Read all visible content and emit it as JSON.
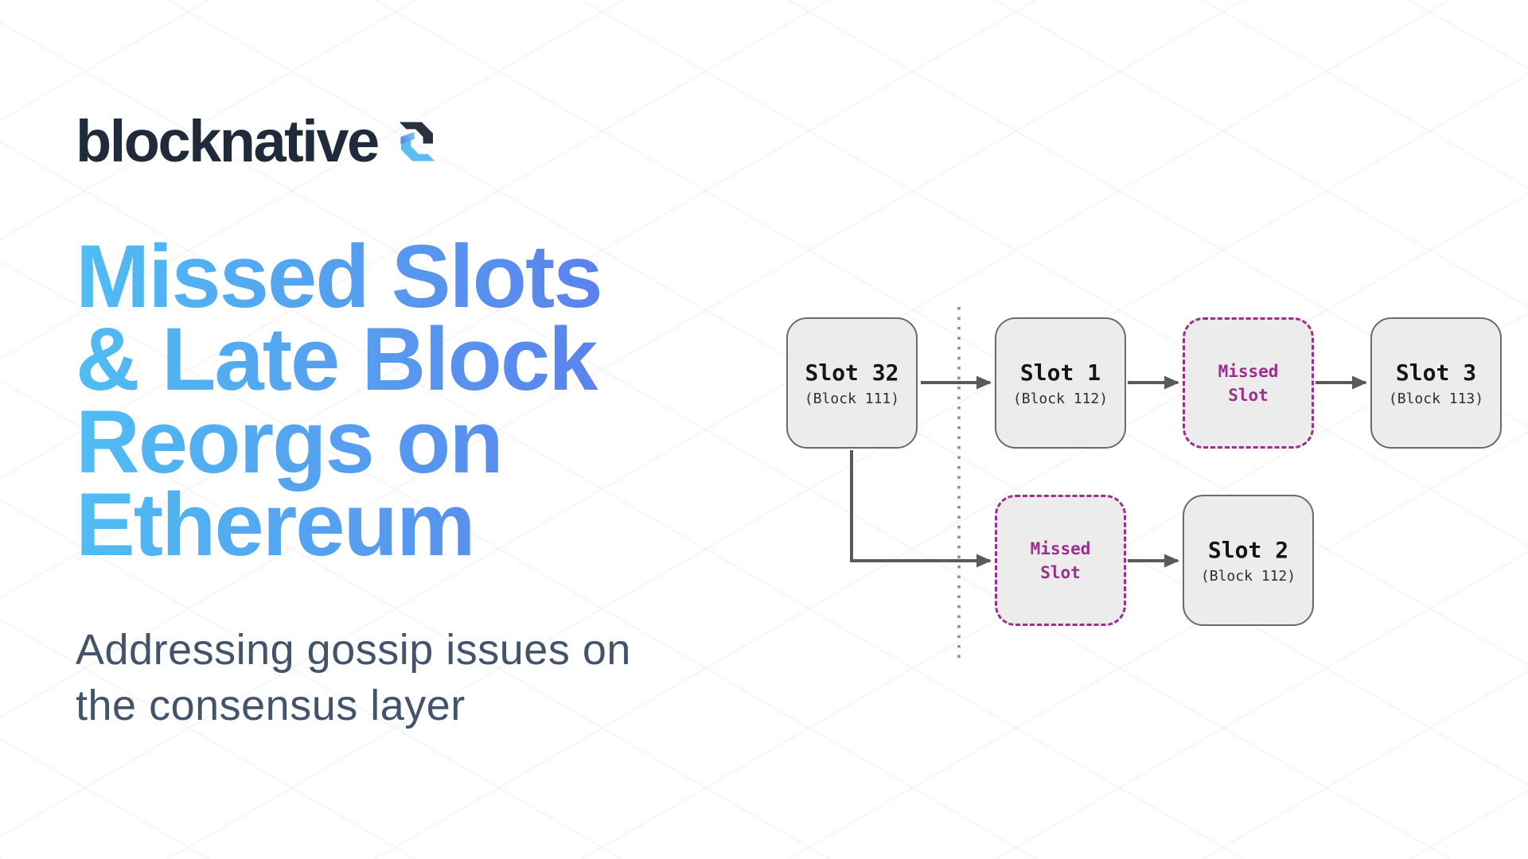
{
  "brand": {
    "name": "blocknative"
  },
  "hero": {
    "title_line1": "Missed Slots",
    "title_line2": "& Late Block",
    "title_line3": "Reorgs on",
    "title_line4": "Ethereum",
    "subtitle_line1": "Addressing gossip issues on",
    "subtitle_line2": "the consensus layer"
  },
  "diagram": {
    "nodes": [
      {
        "id": "slot-32",
        "label": "Slot 32",
        "sublabel": "(Block 111)",
        "missed": false
      },
      {
        "id": "slot-1",
        "label": "Slot 1",
        "sublabel": "(Block 112)",
        "missed": false
      },
      {
        "id": "missed-slot-top",
        "label_line1": "Missed",
        "label_line2": "Slot",
        "missed": true
      },
      {
        "id": "slot-3",
        "label": "Slot 3",
        "sublabel": "(Block 113)",
        "missed": false
      },
      {
        "id": "missed-slot-bottom",
        "label_line1": "Missed",
        "label_line2": "Slot",
        "missed": true
      },
      {
        "id": "slot-2",
        "label": "Slot 2",
        "sublabel": "(Block 112)",
        "missed": false
      }
    ],
    "colors": {
      "node_fill": "#ECECEC",
      "node_border": "#6B6B6B",
      "missed_accent": "#9C2E8F",
      "connector": "#5A5A5A",
      "divider_dots": "#8C8C8C"
    }
  },
  "colors": {
    "title_gradient_from": "#4FBDF3",
    "title_gradient_to": "#5C7DEC",
    "subtitle": "#42536B",
    "logo_text": "#1F2B3A",
    "logo_mark_dark": "#2A3240",
    "logo_mark_light": "#58BEF0",
    "background": "#FFFFFF"
  }
}
